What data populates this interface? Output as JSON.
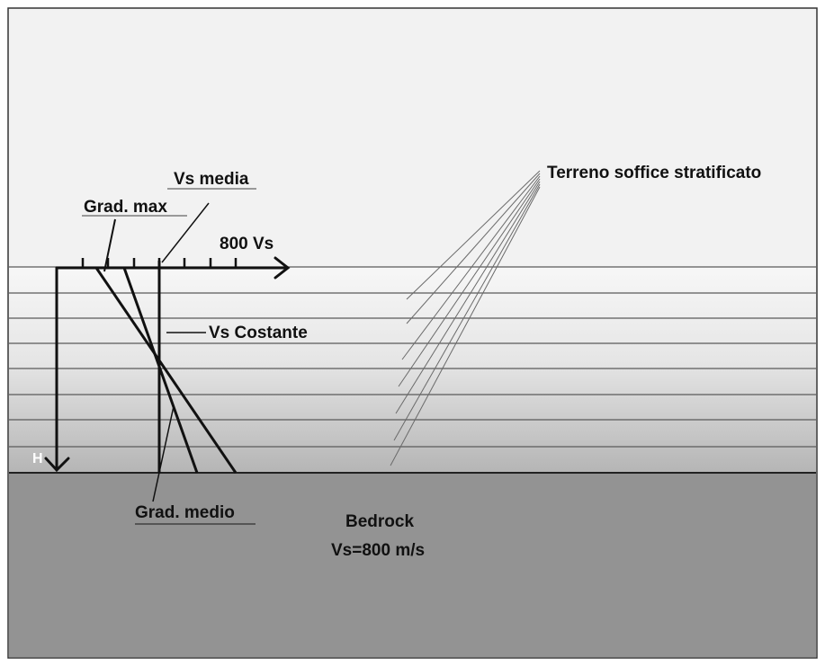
{
  "labels": {
    "vs_media": "Vs media",
    "grad_max": "Grad. max",
    "axis_value": "800 Vs",
    "vs_costante": "Vs Costante",
    "axis_h": "H",
    "grad_medio": "Grad. medio",
    "soft_soil": "Terreno soffice stratificato",
    "bedrock_title": "Bedrock",
    "bedrock_vs": "Vs=800 m/s"
  },
  "colors": {
    "sky": "#f2f2f2",
    "layer_top": "#f4f4f4",
    "layer_bottom": "#b8b8b8",
    "layer_line": "#555555",
    "bedrock": "#939393",
    "ink": "#111111"
  }
}
